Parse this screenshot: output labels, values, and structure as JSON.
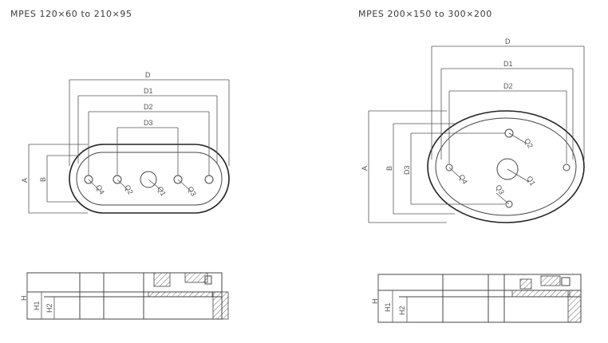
{
  "left": {
    "title": "MPES 120×60 to 210×95",
    "dims": {
      "D": "D",
      "D1": "D1",
      "D2": "D2",
      "D3": "D3",
      "A": "A",
      "B": "B",
      "H": "H",
      "H1": "H1",
      "H2": "H2"
    },
    "holes": {
      "Q1": "Q1",
      "Q2": "Q2",
      "Q3": "Q3",
      "Q4": "Q4"
    }
  },
  "right": {
    "title": "MPES 200×150 to 300×200",
    "dims": {
      "D": "D",
      "D1": "D1",
      "D2": "D2",
      "D3": "D3",
      "A": "A",
      "B": "B",
      "H": "H",
      "H1": "H1",
      "H2": "H2"
    },
    "holes": {
      "Q1": "Q1",
      "Q2": "Q2",
      "Q3": "Q3",
      "Q4": "Q4"
    }
  }
}
